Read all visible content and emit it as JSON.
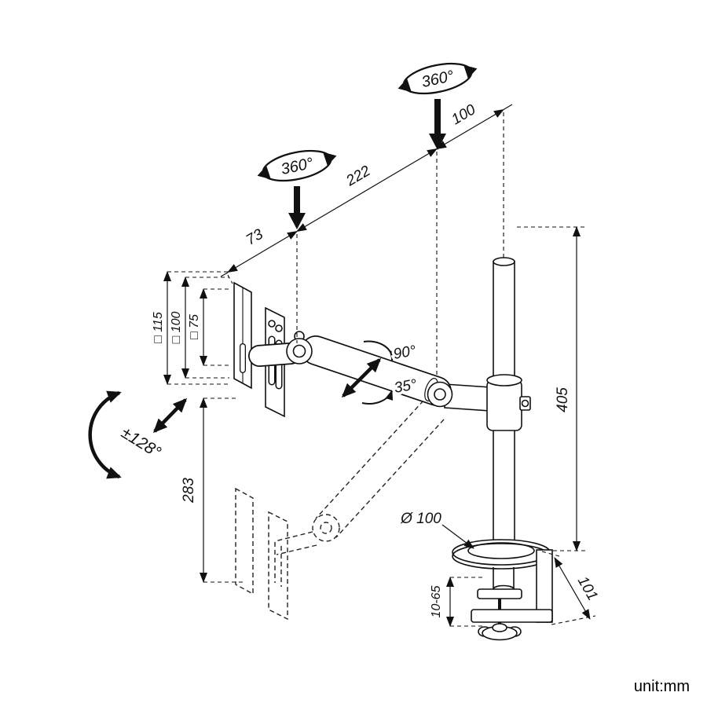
{
  "unit_label": "unit:mm",
  "angles": {
    "pole_rotation": "360°",
    "arm_rotation": "360°",
    "tilt_range": "±128°",
    "pivot_up": "90°",
    "pivot_down": "35°"
  },
  "dimensions": {
    "head_to_front_pivot": "73",
    "front_pivot_to_rear_pivot": "222",
    "rear_pivot_to_pole": "100",
    "vesa_115": "□ 115",
    "vesa_100": "□ 100",
    "vesa_75": "□ 75",
    "vertical_adjust": "283",
    "pole_height": "405",
    "base_diameter": "Ø 100",
    "clamp_range": "10-65",
    "clamp_depth": "101"
  }
}
